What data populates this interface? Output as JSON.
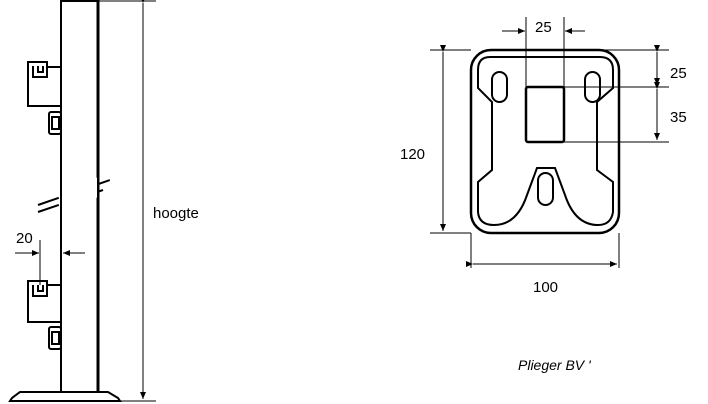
{
  "side_view": {
    "height_label": "hoogte",
    "offset_label": "20"
  },
  "plate_view": {
    "width_label": "100",
    "height_label": "120",
    "square_width_label": "25",
    "top_offset_label": "25",
    "square_height_label": "35"
  },
  "caption": "Plieger BV '",
  "colors": {
    "line": "#000000",
    "background": "#ffffff"
  }
}
